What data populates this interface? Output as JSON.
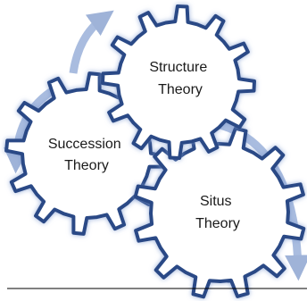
{
  "diagram": {
    "gears": [
      {
        "id": "structure",
        "lines": [
          "Structure",
          "Theory"
        ]
      },
      {
        "id": "succession",
        "lines": [
          "Succession",
          "Theory"
        ]
      },
      {
        "id": "situs",
        "lines": [
          "Situs",
          "Theory"
        ]
      }
    ],
    "colors": {
      "gear_fill": "#ffffff",
      "gear_stroke": "#2a4a86",
      "gear_glow": "#8fa8d6",
      "arrow": "#9fb3d8",
      "baseline": "#000000"
    }
  }
}
